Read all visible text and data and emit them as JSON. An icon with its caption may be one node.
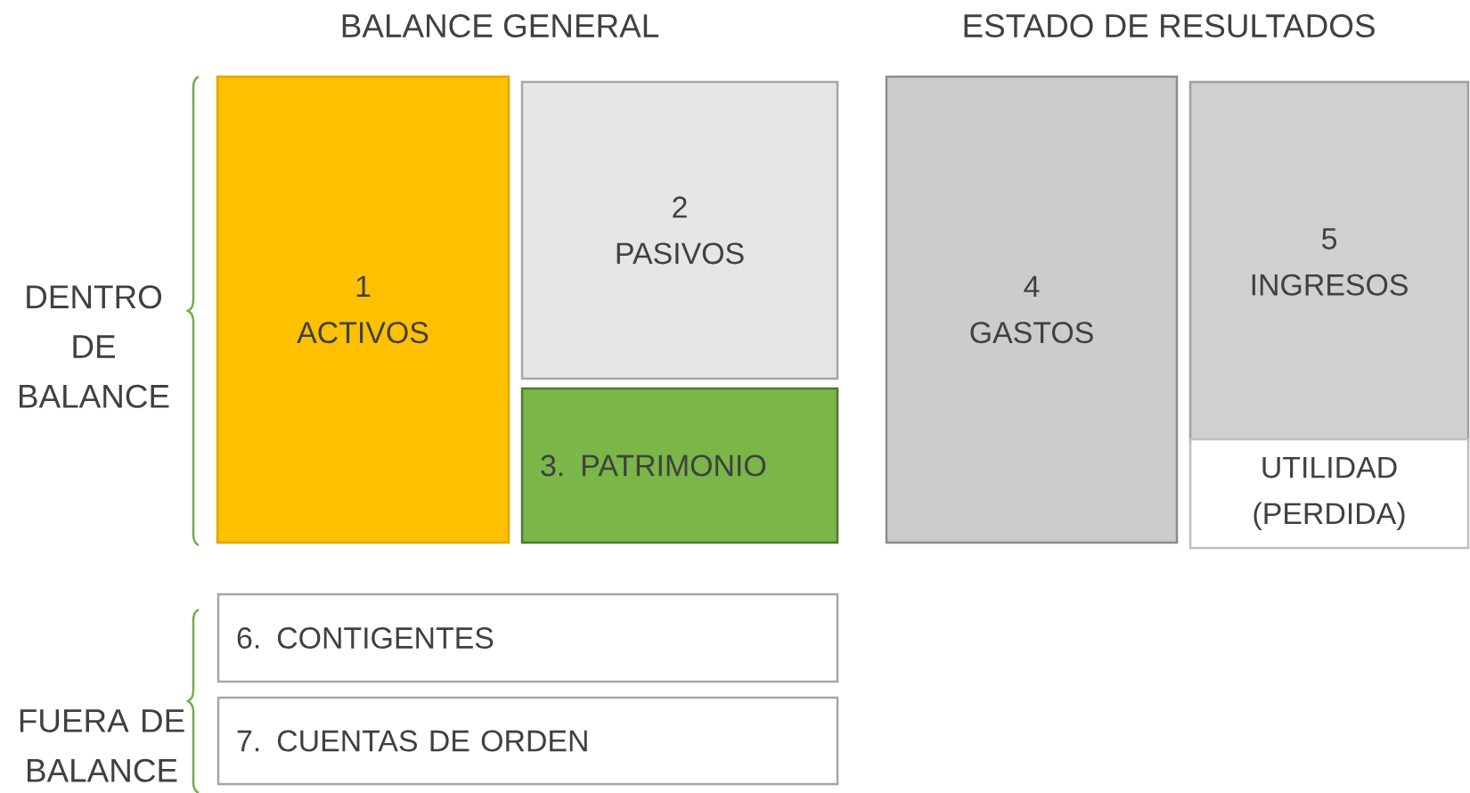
{
  "diagram": {
    "nodes": [
      {
        "text": [
          "1",
          "ACTIVOS"
        ]
      },
      {
        "text": [
          "2",
          "PASIVOS"
        ]
      },
      {
        "text": [
          "3. PATRIMONIO"
        ]
      },
      {
        "text": [
          "4",
          "GASTOS"
        ]
      },
      {
        "text": [
          "5",
          "INGRESOS"
        ]
      },
      {
        "text": [
          "UTILIDAD (PERDIDA)"
        ]
      },
      {
        "text": [
          "6. CONTIGENTES"
        ]
      },
      {
        "text": [
          "7. CUENTAS DE ORDEN"
        ]
      }
    ],
    "labels": [
      "BALANCE GENERAL",
      "ESTADO DE RESULTADOS",
      "DENTRO DE BALANCE",
      "FUERA DE BALANCE"
    ]
  }
}
